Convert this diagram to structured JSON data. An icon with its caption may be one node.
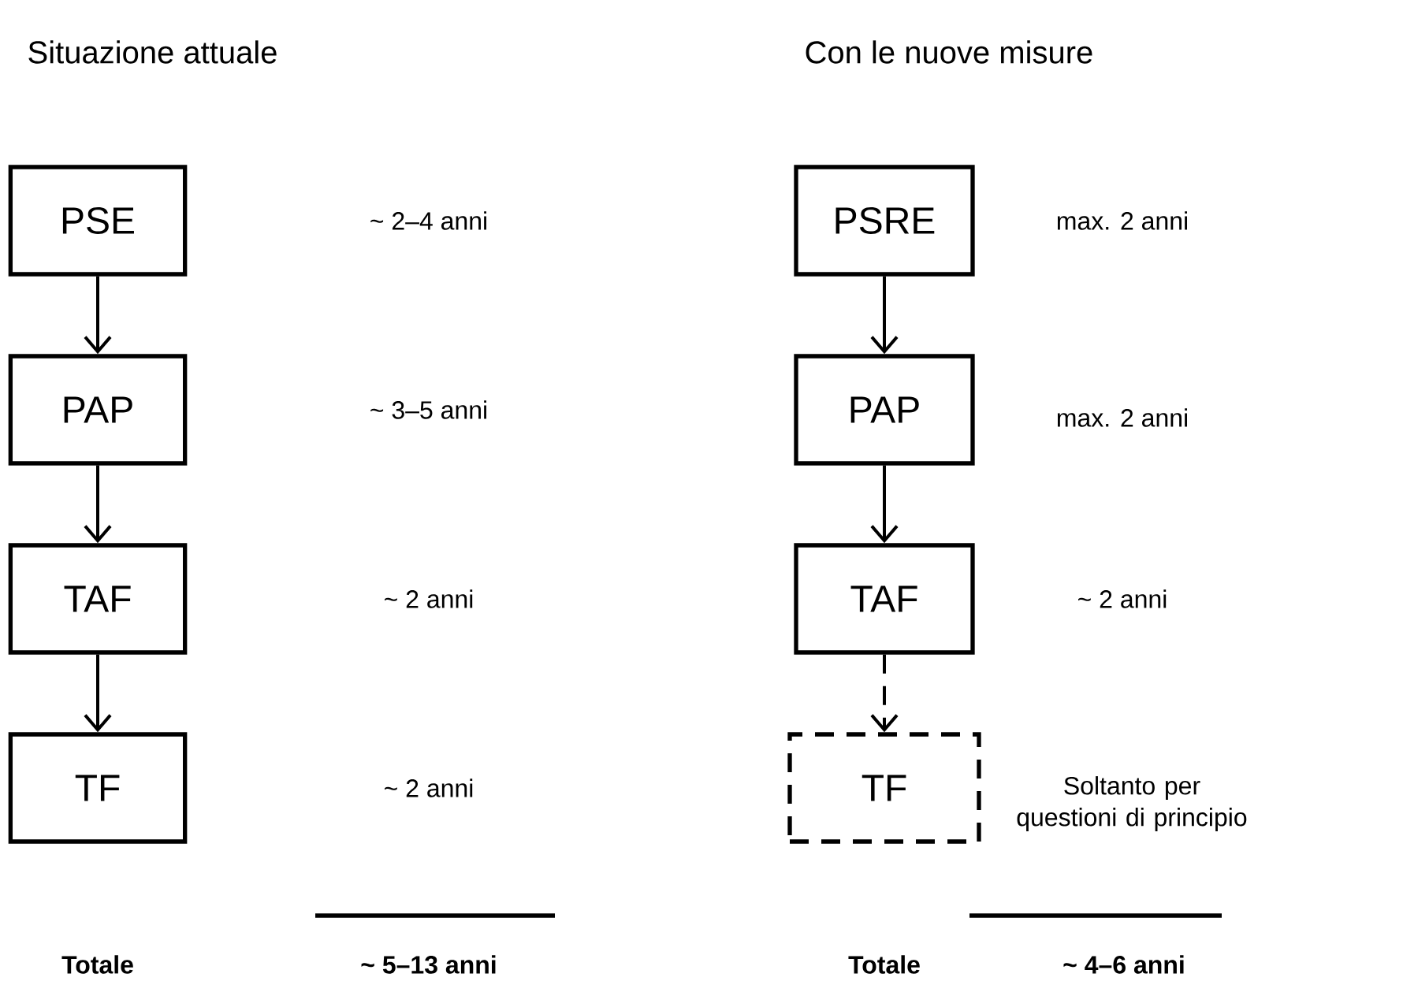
{
  "diagram": {
    "nodes": [
      {
        "text": [
          "PSE"
        ]
      },
      {
        "text": [
          "PAP"
        ]
      },
      {
        "text": [
          "TAF"
        ]
      },
      {
        "text": [
          "TF"
        ]
      },
      {
        "text": [
          "PSRE"
        ]
      },
      {
        "text": [
          "PAP"
        ]
      },
      {
        "text": [
          "TAF"
        ]
      },
      {
        "text": [
          "TF"
        ]
      }
    ],
    "edges": [
      {
        "from": 0,
        "to": 1,
        "arrow": "to"
      },
      {
        "from": 1,
        "to": 2,
        "arrow": "to"
      },
      {
        "from": 2,
        "to": 3,
        "arrow": "to"
      },
      {
        "from": 4,
        "to": 5,
        "arrow": "to"
      },
      {
        "from": 5,
        "to": 6,
        "arrow": "to"
      },
      {
        "from": 6,
        "to": 7,
        "arrow": "to",
        "style": "dashed"
      }
    ],
    "labels": [
      "Situazione attuale",
      "Con le nuove misure",
      "~ 2–4 anni",
      "max. 2 anni",
      "~ 3–5 anni",
      "max. 2 anni",
      "~ 2 anni",
      "~ 2 anni",
      "~ 2 anni",
      "Soltanto per questioni di principio",
      "Totale",
      "~ 5–13 anni",
      "Totale",
      "~ 4–6 anni"
    ]
  }
}
